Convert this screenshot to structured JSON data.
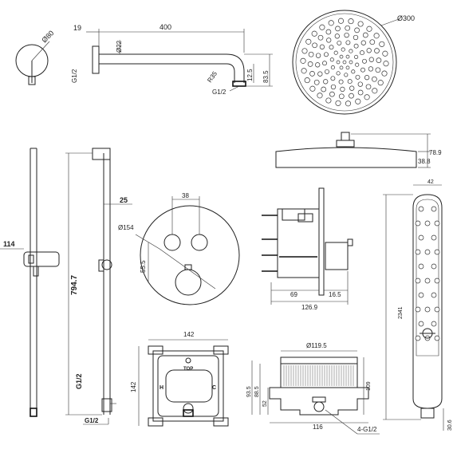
{
  "labels": {
    "arm_flange_dia": "Ø80",
    "arm_wall_offset": "19",
    "arm_length": "400",
    "arm_tube_dia": "Ø22",
    "arm_thread_left": "G1/2",
    "arm_bend_radius": "R35",
    "arm_drop_small": "12.5",
    "arm_drop_total": "83.5",
    "arm_thread_bottom": "G1/2",
    "head_dia": "Ø300",
    "head_height_total": "78.9",
    "head_thickness": "38.8",
    "rail_bracket_width": "114",
    "rail_length": "794.7",
    "rail_depth": "25",
    "rail_thread_side": "G1/2",
    "rail_thread_bottom": "G1/2",
    "plate_knob_spacing": "38",
    "plate_dia": "Ø154",
    "plate_knob_offset": "55.5",
    "valve_depth_body": "69",
    "valve_depth_trim": "16.5",
    "valve_depth_total": "126.9",
    "hand_width": "42",
    "hand_length": "2341",
    "hand_thread": "30.6",
    "box_width": "142",
    "box_height": "142",
    "box_top_mark": "TOP",
    "box_h_mark": "H",
    "box_c_mark": "C",
    "body_dia": "Ø119.5",
    "body_h1": "93.5",
    "body_h2": "88.5",
    "body_h3": "52",
    "body_h_right": "109",
    "body_width": "116",
    "body_ports": "4-G1/2"
  }
}
